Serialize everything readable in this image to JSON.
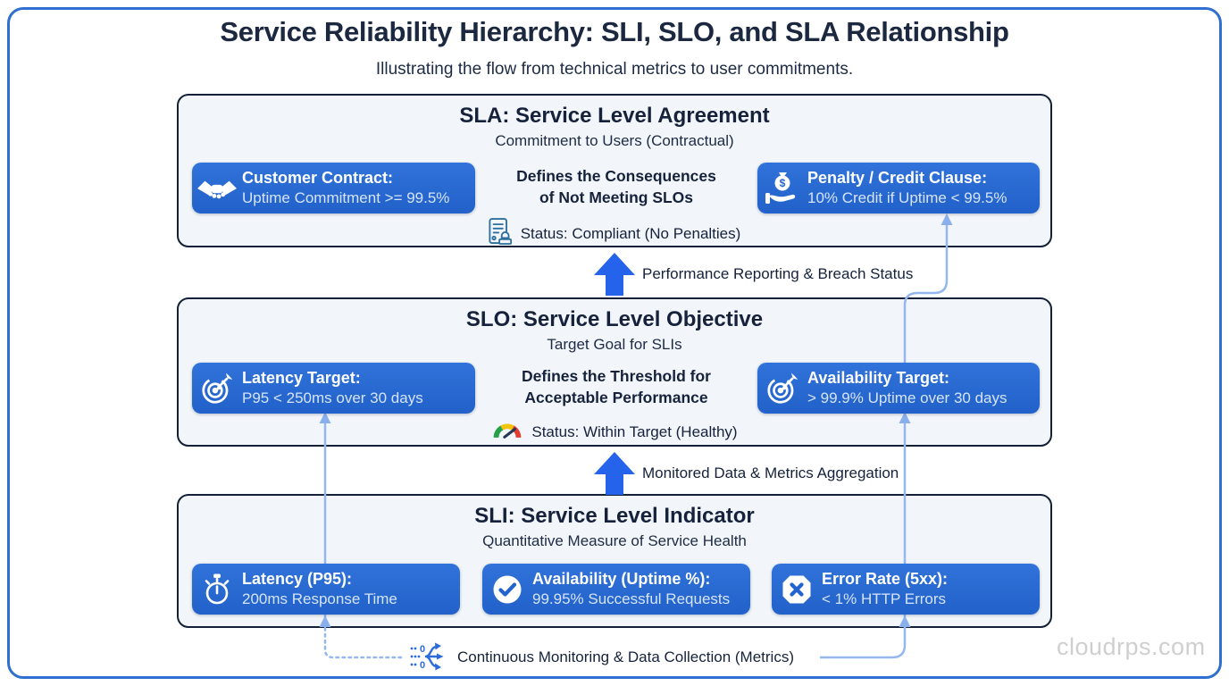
{
  "header": {
    "title": "Service Reliability Hierarchy: SLI, SLO, and SLA Relationship",
    "subtitle": "Illustrating the flow from technical metrics to user commitments."
  },
  "sla": {
    "title": "SLA: Service Level Agreement",
    "subtitle": "Commitment to Users (Contractual)",
    "left_pill": {
      "icon": "handshake-icon",
      "title": "Customer Contract:",
      "value": "Uptime Commitment >= 99.5%"
    },
    "center_line1": "Defines the Consequences",
    "center_line2": "of Not Meeting SLOs",
    "right_pill": {
      "icon": "money-hand-icon",
      "title": "Penalty / Credit Clause:",
      "value": "10% Credit if Uptime < 99.5%"
    },
    "status_icon": "document-stamp-icon",
    "status": "Status: Compliant (No Penalties)"
  },
  "slo": {
    "title": "SLO: Service Level Objective",
    "subtitle": "Target Goal for SLIs",
    "left_pill": {
      "icon": "target-icon",
      "title": "Latency Target:",
      "value": "P95 < 250ms over 30 days"
    },
    "center_line1": "Defines the Threshold for",
    "center_line2": "Acceptable Performance",
    "right_pill": {
      "icon": "target-icon",
      "title": "Availability Target:",
      "value": "> 99.9% Uptime over 30 days"
    },
    "status_icon": "gauge-icon",
    "status": "Status: Within Target (Healthy)"
  },
  "sli": {
    "title": "SLI: Service Level Indicator",
    "subtitle": "Quantitative Measure of Service Health",
    "pills": [
      {
        "icon": "stopwatch-icon",
        "title": "Latency (P95):",
        "value": "200ms Response Time"
      },
      {
        "icon": "check-circle-icon",
        "title": "Availability (Uptime %):",
        "value": "99.95% Successful Requests"
      },
      {
        "icon": "x-octagon-icon",
        "title": "Error Rate (5xx):",
        "value": "< 1% HTTP Errors"
      }
    ]
  },
  "flows": {
    "slo_to_sla_label": "Performance Reporting & Breach Status",
    "sli_to_slo_label": "Monitored Data & Metrics Aggregation",
    "monitoring_label": "Continuous Monitoring & Data Collection (Metrics)",
    "monitoring_icon": "data-flow-icon"
  },
  "footer": {
    "watermark": "cloudrps.com"
  },
  "colors": {
    "pill_blue_top": "#3173da",
    "pill_blue_bottom": "#2161c9",
    "big_arrow_blue": "#2563eb",
    "connector_light_blue": "#94b7ef",
    "box_background": "#f2f6fa",
    "box_border_navy": "#132036",
    "outer_frame_blue": "#2f6fd2",
    "heading_navy": "#16223c",
    "pill_value_text": "#d6e4fb",
    "gauge_green": "#27a04a",
    "gauge_yellow": "#f2c40f",
    "gauge_red": "#e23c31",
    "status_icon_blue": "#2d6f9e",
    "watermark_gray": "#cfcfcf"
  }
}
